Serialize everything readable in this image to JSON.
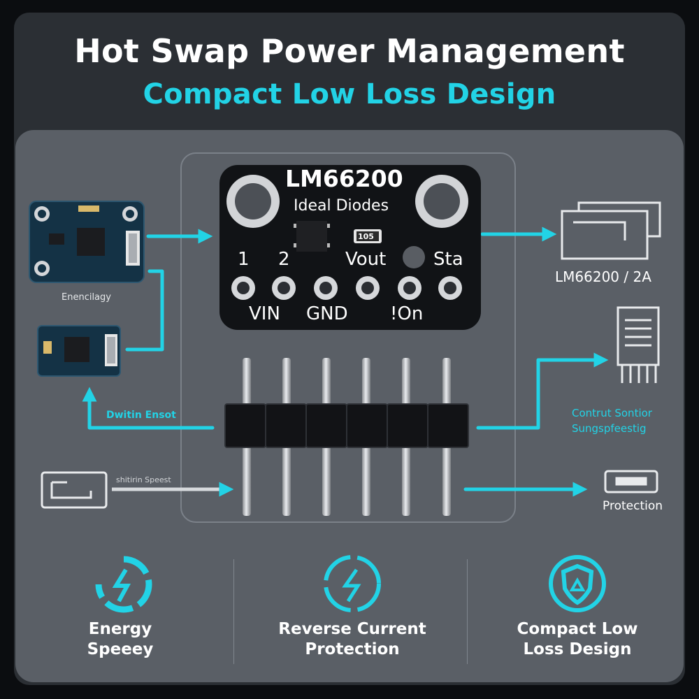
{
  "header": {
    "title": "Hot Swap Power Management",
    "subtitle": "Compact Low Loss Design"
  },
  "board": {
    "part_number": "LM66200",
    "description": "Ideal Diodes",
    "resistor_code": "105",
    "top_labels": {
      "in1": "1",
      "in2": "2",
      "vout": "Vout",
      "status": "Sta"
    },
    "bottom_labels": {
      "vin": "VIN",
      "gnd": "GND",
      "on": "!On"
    }
  },
  "labels": {
    "left_module": "Enencilagy",
    "left_drive": "Dwitin Ensot",
    "left_speed": "shitirin Speest",
    "right_output": "LM66200 / 2A",
    "right_sensor_line1": "Contrut Sontior",
    "right_sensor_line2": "Sungspfeestig",
    "right_protection": "Protection"
  },
  "features": [
    {
      "line1": "Energy",
      "line2": "Speeey",
      "icon": "lightning-ring-icon"
    },
    {
      "line1": "Reverse Current",
      "line2": "Protection",
      "icon": "reverse-current-icon"
    },
    {
      "line1": "Compact Low",
      "line2": "Loss Design",
      "icon": "shield-icon"
    }
  ],
  "colors": {
    "accent": "#22d3e6",
    "board": "#111316",
    "panel": "#5a5f66"
  }
}
